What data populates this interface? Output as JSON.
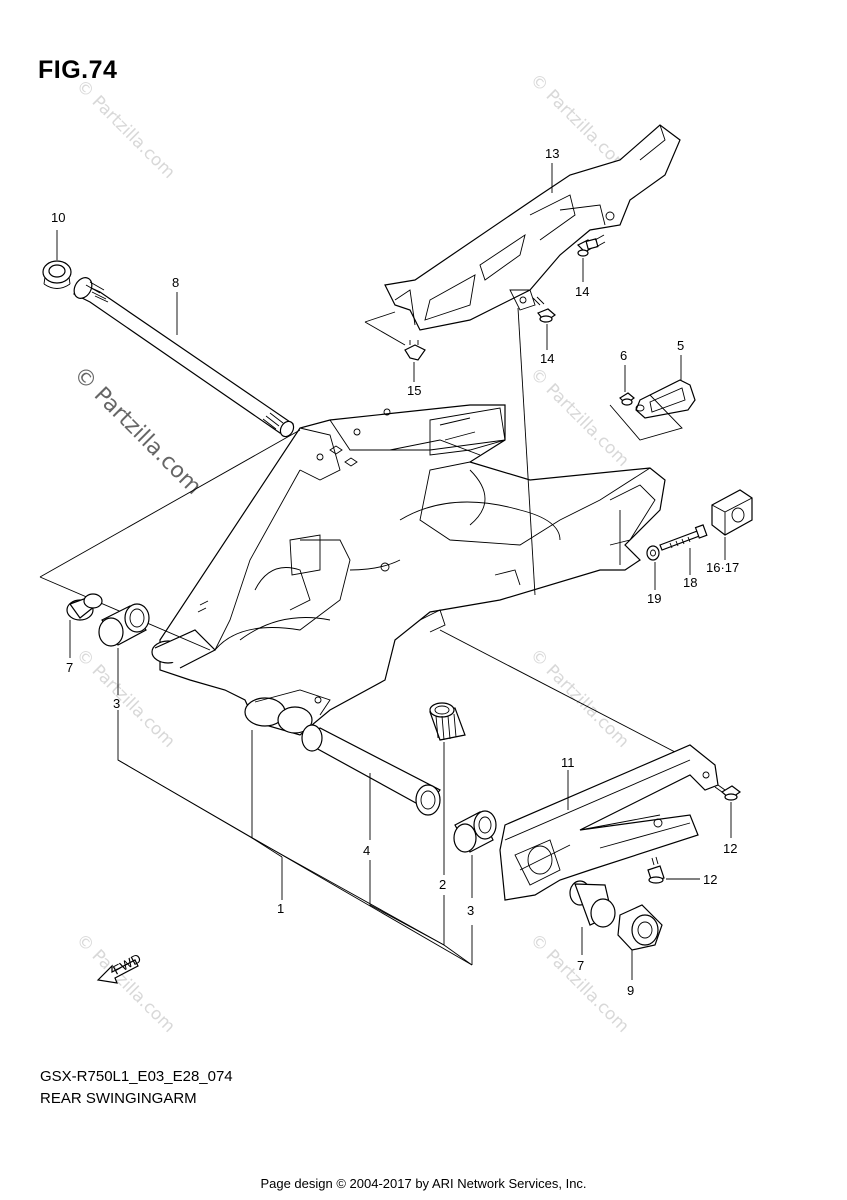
{
  "figure": {
    "title": "FIG.74"
  },
  "model_code": "GSX-R750L1_E03_E28_074",
  "caption": "REAR SWINGINGARM",
  "footer": "Page design © 2004-2017 by ARI Network Services, Inc.",
  "watermarks": {
    "main": "© Partzilla.com",
    "repeat": "© Partzilla.com"
  },
  "fwd_label": "FWD",
  "callouts": {
    "c1": "1",
    "c2": "2",
    "c3a": "3",
    "c3b": "3",
    "c4": "4",
    "c5": "5",
    "c6": "6",
    "c7a": "7",
    "c7b": "7",
    "c8": "8",
    "c9": "9",
    "c10": "10",
    "c11": "11",
    "c12a": "12",
    "c12b": "12",
    "c13": "13",
    "c14a": "14",
    "c14b": "14",
    "c15": "15",
    "c16_17": "16·17",
    "c18": "18",
    "c19": "19"
  }
}
